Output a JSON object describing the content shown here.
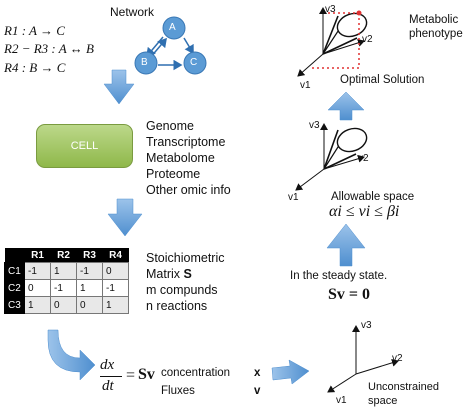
{
  "network": {
    "title": "Network",
    "reactions": [
      {
        "lhs": "R1 : A",
        "arrow": "→",
        "rhs": "C"
      },
      {
        "lhs": "R2 − R3 : A",
        "arrow": "↔",
        "rhs": "B"
      },
      {
        "lhs": "R4 : B",
        "arrow": "→",
        "rhs": "C"
      }
    ],
    "nodes": [
      "A",
      "B",
      "C"
    ],
    "node_color": "#5b9bd5"
  },
  "cell": {
    "label": "CELL",
    "color": "#9dc35a",
    "omics": [
      "Genome",
      "Transcriptome",
      "Metabolome",
      "Proteome",
      "Other omic info"
    ]
  },
  "stoichiometric": {
    "columns": [
      "",
      "R1",
      "R2",
      "R3",
      "R4"
    ],
    "rows": [
      {
        "name": "C1",
        "values": [
          "-1",
          "1",
          "-1",
          "0"
        ]
      },
      {
        "name": "C2",
        "values": [
          "0",
          "-1",
          "1",
          "-1"
        ]
      },
      {
        "name": "C3",
        "values": [
          "1",
          "0",
          "0",
          "1"
        ]
      }
    ],
    "title_line1": "Stoichiometric",
    "title_line2": "Matrix",
    "matrix_symbol": "S",
    "compounds": "m compunds",
    "reactions": "n reactions"
  },
  "equation": {
    "numerator": "dx",
    "denominator": "dt",
    "equals": "=",
    "rhs": "Sv",
    "labels": [
      {
        "text": "concentration",
        "symbol": "x"
      },
      {
        "text": "Fluxes",
        "symbol": "v"
      }
    ]
  },
  "spaces": {
    "unconstrained": {
      "line1": "Unconstrained",
      "line2": "space",
      "axes": [
        "v1",
        "v2",
        "v3"
      ]
    },
    "steady_state": {
      "label": "In the steady state.",
      "equation": "Sv = 0"
    },
    "allowable": {
      "label": "Allowable space",
      "constraint": "αi ≤ vi ≤ βi",
      "axes": [
        "v1",
        "v2",
        "v3"
      ]
    },
    "optimal": {
      "label": "Optimal Solution",
      "axes": [
        "v1",
        "v2",
        "v3"
      ]
    },
    "phenotype": {
      "line1": "Metabolic",
      "line2": "phenotype"
    }
  },
  "colors": {
    "arrow": "#5b9bd5",
    "optimal_marker": "#e03030"
  }
}
